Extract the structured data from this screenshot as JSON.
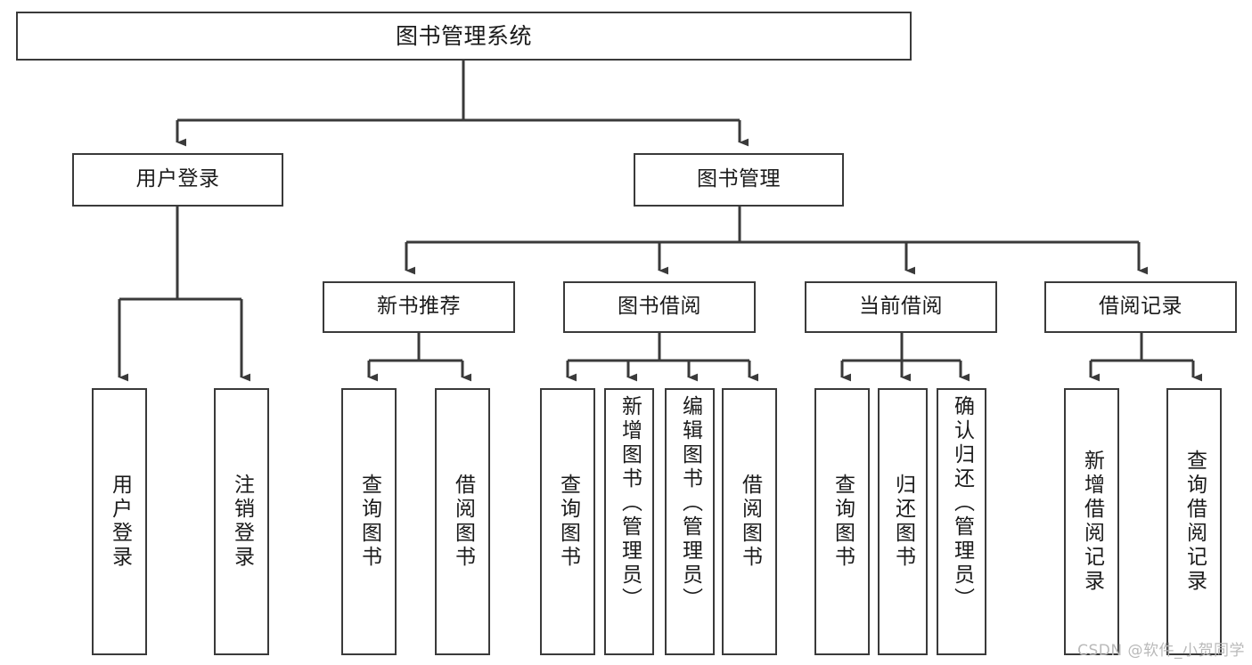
{
  "diagram": {
    "type": "tree",
    "title": "图书管理系统",
    "stroke_color": "#3a3a3a",
    "background_color": "#ffffff",
    "text_color": "#1b1b1b"
  },
  "nodes": {
    "root": {
      "label": "图书管理系统"
    },
    "level1": [
      {
        "label": "用户登录"
      },
      {
        "label": "图书管理"
      }
    ],
    "level2": [
      {
        "label": "新书推荐"
      },
      {
        "label": "图书借阅"
      },
      {
        "label": "当前借阅"
      },
      {
        "label": "借阅记录"
      }
    ],
    "leaves": {
      "user_login": [
        {
          "label": "用户登录"
        },
        {
          "label": "注销登录"
        }
      ],
      "new_book_recommend": [
        {
          "label": "查询图书"
        },
        {
          "label": "借阅图书"
        }
      ],
      "book_borrow": [
        {
          "label": "查询图书"
        },
        {
          "label": "新增图书（管理员）"
        },
        {
          "label": "编辑图书（管理员）"
        },
        {
          "label": "借阅图书"
        }
      ],
      "current_borrow": [
        {
          "label": "查询图书"
        },
        {
          "label": "归还图书"
        },
        {
          "label": "确认归还（管理员）"
        }
      ],
      "borrow_record": [
        {
          "label": "新增借阅记录"
        },
        {
          "label": "查询借阅记录"
        }
      ]
    }
  },
  "watermark": {
    "text": "CSDN @软件_小贺同学"
  }
}
